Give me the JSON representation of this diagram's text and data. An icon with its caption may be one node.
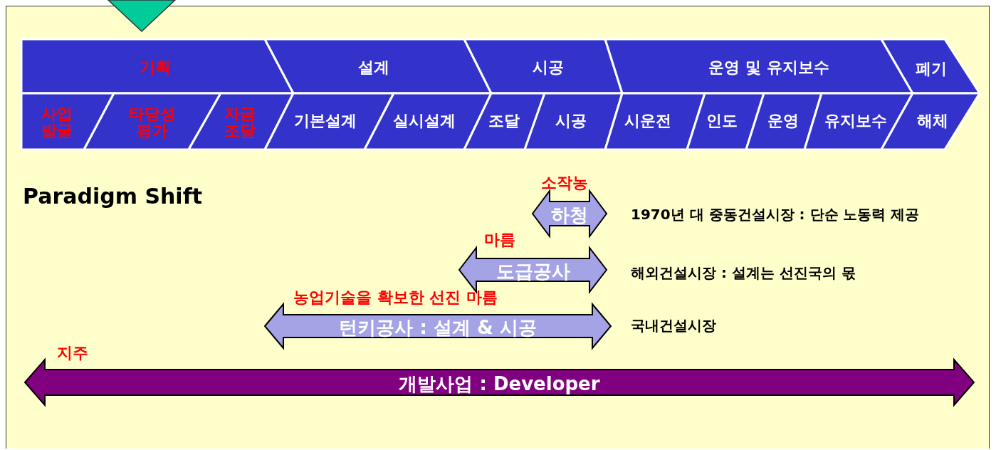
{
  "diagram": {
    "nodes": [
      {
        "text": [],
        "shape": "triangle"
      },
      {
        "text": [
          "기획"
        ]
      },
      {
        "text": [
          "설계"
        ]
      },
      {
        "text": [
          "시공"
        ]
      },
      {
        "text": [
          "운영 및 유지보수"
        ]
      },
      {
        "text": [
          "폐기"
        ]
      },
      {
        "text": [
          "사업 발굴"
        ]
      },
      {
        "text": [
          "타당성 평가"
        ]
      },
      {
        "text": [
          "자금 조달"
        ]
      },
      {
        "text": [
          "기본설계"
        ]
      },
      {
        "text": [
          "실시설계"
        ]
      },
      {
        "text": [
          "조달"
        ]
      },
      {
        "text": [
          "시공"
        ]
      },
      {
        "text": [
          "시운전"
        ]
      },
      {
        "text": [
          "인도"
        ]
      },
      {
        "text": [
          "운영"
        ]
      },
      {
        "text": [
          "유지보수"
        ]
      },
      {
        "text": [
          "해체"
        ]
      },
      {
        "text": [
          "하청"
        ],
        "beside": [
          "소작농",
          "1970년 대 중동건설시장 : 단순 노동력 제공"
        ]
      },
      {
        "text": [
          "도급공사"
        ],
        "beside": [
          "마름",
          "해외건설시장 : 설계는 선진국의 몫"
        ]
      },
      {
        "text": [
          "턴키공사 : 설계 & 시공"
        ],
        "beside": [
          "농업기술을 확보한 선진 마름",
          "국내건설시장"
        ]
      },
      {
        "text": [
          "개발사업 : Developer"
        ],
        "beside": [
          "지주"
        ]
      }
    ],
    "labels": [
      "Paradigm Shift"
    ]
  }
}
